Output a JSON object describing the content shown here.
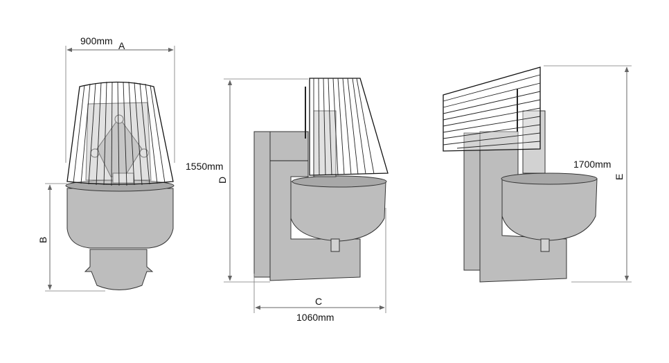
{
  "front_view": {
    "width_value": "900mm",
    "width_label": "A",
    "height_label": "B"
  },
  "side_view": {
    "height_value": "1550mm",
    "height_label": "D",
    "depth_label": "C",
    "depth_value": "1060mm"
  },
  "open_view": {
    "height_value": "1700mm",
    "height_label": "E"
  },
  "colors": {
    "body": "#bdbdbd",
    "line": "#333333",
    "dimension": "#666666"
  }
}
